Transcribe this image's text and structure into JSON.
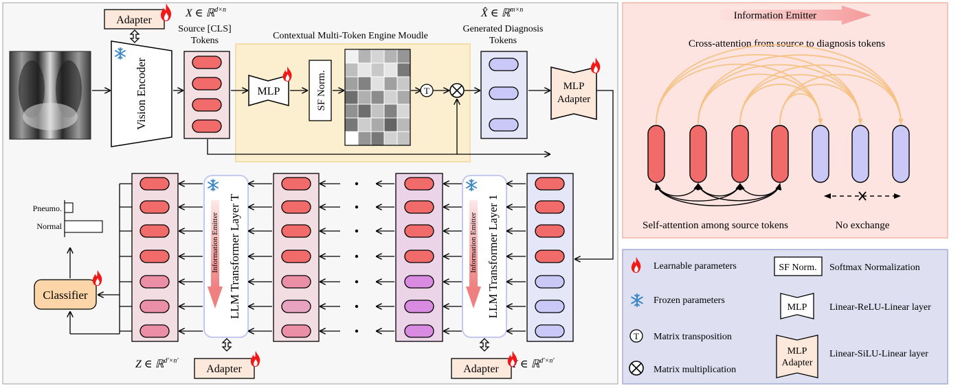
{
  "main": {
    "adapter_label": "Adapter",
    "vision_encoder_label": "Vision Encoder",
    "source_math": "X ∈ ℝ",
    "source_sup": "d×n",
    "source_line1": "Source [CLS]",
    "source_line2": "Tokens",
    "engine_title": "Contextual Multi-Token Engine Moudle",
    "mlp_label": "MLP",
    "sf_norm_label": "SF Norm.",
    "transpose_symbol": "T",
    "generated_math": "X̂ ∈ ℝ",
    "generated_sup": "m×n",
    "generated_line1": "Generated Diagnosis",
    "generated_line2": "Tokens",
    "mlp_adapter_line1": "MLP",
    "mlp_adapter_line2": "Adapter",
    "llm_layer_T": "LLM Transformer Layer T",
    "llm_layer_1": "LLM Transformer Layer 1",
    "info_emitter_label": "Information Emitter",
    "z_math": "Z ∈ ℝ",
    "z_sup": "d′×n′",
    "y_math": "Y ∈ ℝ",
    "y_sup": "d′×n′",
    "classifier_label": "Classifier",
    "class_pneumo": "Pneumo.",
    "class_normal": "Normal"
  },
  "emitter_panel": {
    "title": "Information Emitter",
    "cross_attention_label": "Cross-attention from source to diagnosis tokens",
    "self_attention_label": "Self-attention among source tokens",
    "no_exchange_label": "No exchange"
  },
  "legend": {
    "learnable": "Learnable parameters",
    "frozen": "Frozen parameters",
    "transposition": "Matrix transposition",
    "multiplication": "Matrix multiplication",
    "sf_norm_box": "SF Norm.",
    "sf_norm_desc": "Softmax Normalization",
    "mlp_box": "MLP",
    "mlp_desc": "Linear-ReLU-Linear layer",
    "mlp_adapter_box_line1": "MLP",
    "mlp_adapter_box_line2": "Adapter",
    "mlp_adapter_desc": "Linear-SiLU-Linear layer"
  },
  "colors": {
    "source_token": "#f26b6b",
    "diagnosis_token": "#c9c8f7",
    "engine_bg": "#fbefd0",
    "emitter_bg": "#fde4e1",
    "legend_bg": "#dedff1",
    "adapter_fill": "#fde8dc",
    "classifier_fill": "#fcd5a8",
    "flame": "#f31818",
    "snowflake": "#3a86c8",
    "attention_arc": "#f6c387"
  },
  "heatmap_grays": [
    [
      241,
      180,
      212,
      180,
      150
    ],
    [
      190,
      230,
      200,
      230,
      120
    ],
    [
      160,
      130,
      225,
      160,
      200
    ],
    [
      110,
      175,
      140,
      210,
      170
    ],
    [
      145,
      110,
      195,
      130,
      215
    ],
    [
      120,
      205,
      170,
      100,
      185
    ],
    [
      255,
      150,
      120,
      210,
      195
    ]
  ],
  "icons": {
    "flame": "flame-icon",
    "snowflake": "snowflake-icon",
    "xray": "chest-xray-image"
  }
}
